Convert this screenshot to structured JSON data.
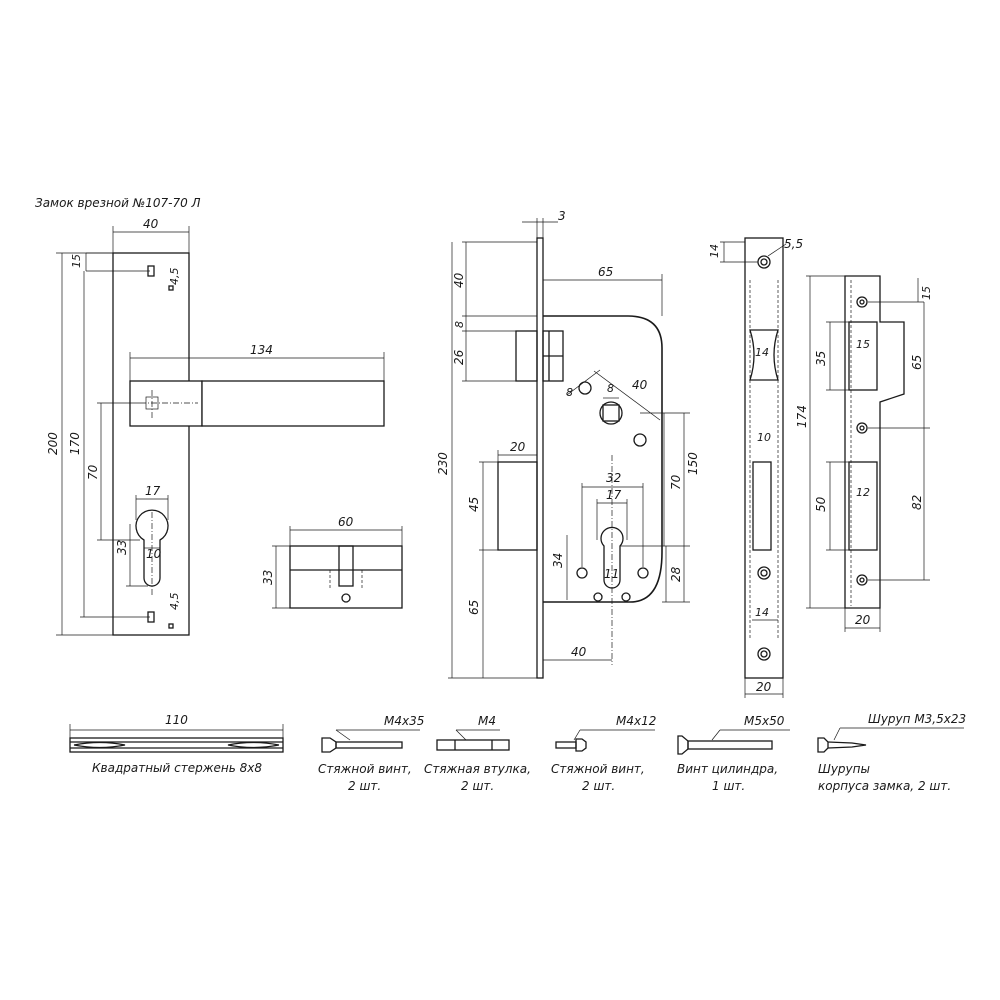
{
  "title": "Замок врезной №107-70 Л",
  "handle_plate": {
    "width": "40",
    "top_offset": "15",
    "hole_upper": "4,5",
    "hole_lower": "4,5",
    "total_height": "200",
    "holes_spacing": "170",
    "axis_distance": "70",
    "lever_length": "134",
    "cyl_hole_width": "17",
    "cyl_hole_height": "33",
    "cyl_hole_narrow": "10"
  },
  "cylinder": {
    "length": "60",
    "height": "33"
  },
  "lock_body": {
    "faceplate_thickness": "3",
    "top_to_latch": "40",
    "latch_gap": "8",
    "latch_height": "26",
    "backset": "65",
    "hole_diam": "8",
    "square": "8",
    "screw_spacing": "40",
    "full_height": "230",
    "body_height": "150",
    "bolt_width": "20",
    "bolt_height": "45",
    "lower_from_bolt": "65",
    "cyl_spacing": "32",
    "cyl_hole_width": "17",
    "cyl_hole_left": "34",
    "cyl_narrow": "11",
    "center_distance": "70",
    "bottom_offset": "28",
    "bottom_width": "40"
  },
  "faceplate": {
    "hole_top": "14",
    "hole_diam": "5,5",
    "latch_slot": "14",
    "bolt_slot": "10",
    "lower_slot": "14",
    "width": "20"
  },
  "strike_plate": {
    "top_hole": "15",
    "upper_slot": "35",
    "upper_slot_width": "15",
    "upper_dist": "65",
    "height": "174",
    "lower_slot": "50",
    "lower_slot_width": "12",
    "lower_dist": "82",
    "width": "20"
  },
  "parts": [
    {
      "dim": "110",
      "caption_1": "Квадратный стержень 8х8",
      "caption_2": ""
    },
    {
      "dim": "M4x35",
      "caption_1": "Стяжной винт,",
      "caption_2": "2 шт."
    },
    {
      "dim": "M4",
      "caption_1": "Стяжная втулка,",
      "caption_2": "2 шт."
    },
    {
      "dim": "M4x12",
      "caption_1": "Стяжной винт,",
      "caption_2": "2 шт."
    },
    {
      "dim": "M5x50",
      "caption_1": "Винт цилиндра,",
      "caption_2": "1 шт."
    },
    {
      "dim": "Шуруп М3,5х23",
      "caption_1": "Шурупы",
      "caption_2": "корпуса замка, 2 шт."
    }
  ]
}
